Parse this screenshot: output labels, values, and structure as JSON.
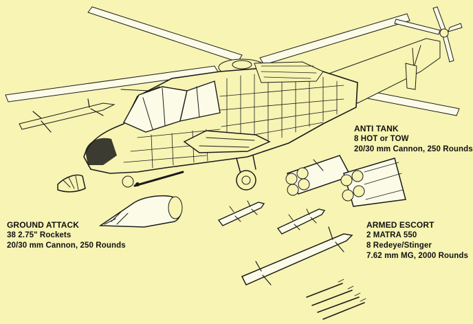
{
  "labels": {
    "ground_attack": {
      "title": "GROUND ATTACK",
      "line1": "38  2.75\" Rockets",
      "line2": "20/30 mm Cannon, 250 Rounds"
    },
    "anti_tank": {
      "title": "ANTI TANK",
      "line1": "8 HOT or TOW",
      "line2": "20/30 mm Cannon, 250 Rounds"
    },
    "armed_escort": {
      "title": "ARMED ESCORT",
      "line1": "2 MATRA 550",
      "line2": "8 Redeye/Stinger",
      "line3": "7.62 mm MG, 2000 Rounds"
    }
  },
  "colors": {
    "background": "#f7f4b4",
    "ink": "#1a1a1a"
  }
}
